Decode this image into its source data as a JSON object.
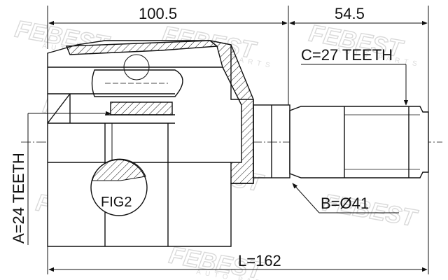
{
  "dimensions": {
    "dim_top_left": "100.5",
    "dim_top_right": "54.5",
    "dim_total": "L=162"
  },
  "callouts": {
    "outer_spline": "C=27 TEETH",
    "inner_spline": "A=24 TEETH",
    "seal_diameter": "B=Ø41",
    "detail": "FIG2"
  },
  "watermark": {
    "brand": "FEBEST",
    "sub": "AUTO PARTS"
  },
  "colors": {
    "line": "#111111",
    "watermark": "#d9d9d9",
    "background": "#ffffff"
  }
}
